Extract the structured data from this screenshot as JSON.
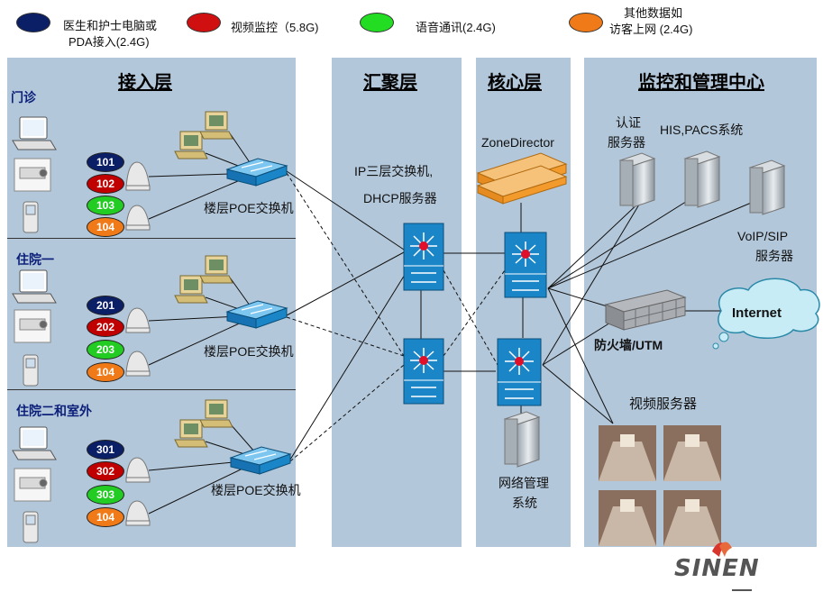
{
  "legend": [
    {
      "text": "医生和护士电脑或\nPDA接入(2.4G)",
      "color": "#0b1f66"
    },
    {
      "text": "视频监控（5.8G)",
      "color": "#d01010"
    },
    {
      "text": "语音通讯(2.4G)",
      "color": "#22dd22"
    },
    {
      "text": "其他数据如\n访客上网 (2.4G)",
      "color": "#f07a18"
    }
  ],
  "panels": {
    "access": "接入层",
    "aggregation": "汇聚层",
    "core": "核心层",
    "management": "监控和管理中心"
  },
  "sections": [
    {
      "title": "门诊",
      "badges": [
        "101",
        "102",
        "103",
        "104"
      ],
      "switch_label": "楼层POE交换机"
    },
    {
      "title": "住院一",
      "badges": [
        "201",
        "202",
        "203",
        "104"
      ],
      "switch_label": "楼层POE交换机"
    },
    {
      "title": "住院二和室外",
      "badges": [
        "301",
        "302",
        "303",
        "104"
      ],
      "switch_label": "楼层POE交换机"
    }
  ],
  "aggregation_label": {
    "line1": "IP三层交换机,",
    "line2": "DHCP服务器"
  },
  "core": {
    "zonedirector": "ZoneDirector",
    "nms_line1": "网络管理",
    "nms_line2": "系统"
  },
  "management": {
    "auth_line1": "认证",
    "auth_line2": "服务器",
    "his": "HIS,PACS系统",
    "voip_line1": "VoIP/SIP",
    "voip_line2": "服务器",
    "firewall": "防火墙/UTM",
    "internet": "Internet",
    "video": "视频服务器"
  },
  "logo": "SINEN",
  "colors": {
    "panel": "#b3c7da",
    "switch": "#1a86c8",
    "navy": "#0b1f66"
  }
}
